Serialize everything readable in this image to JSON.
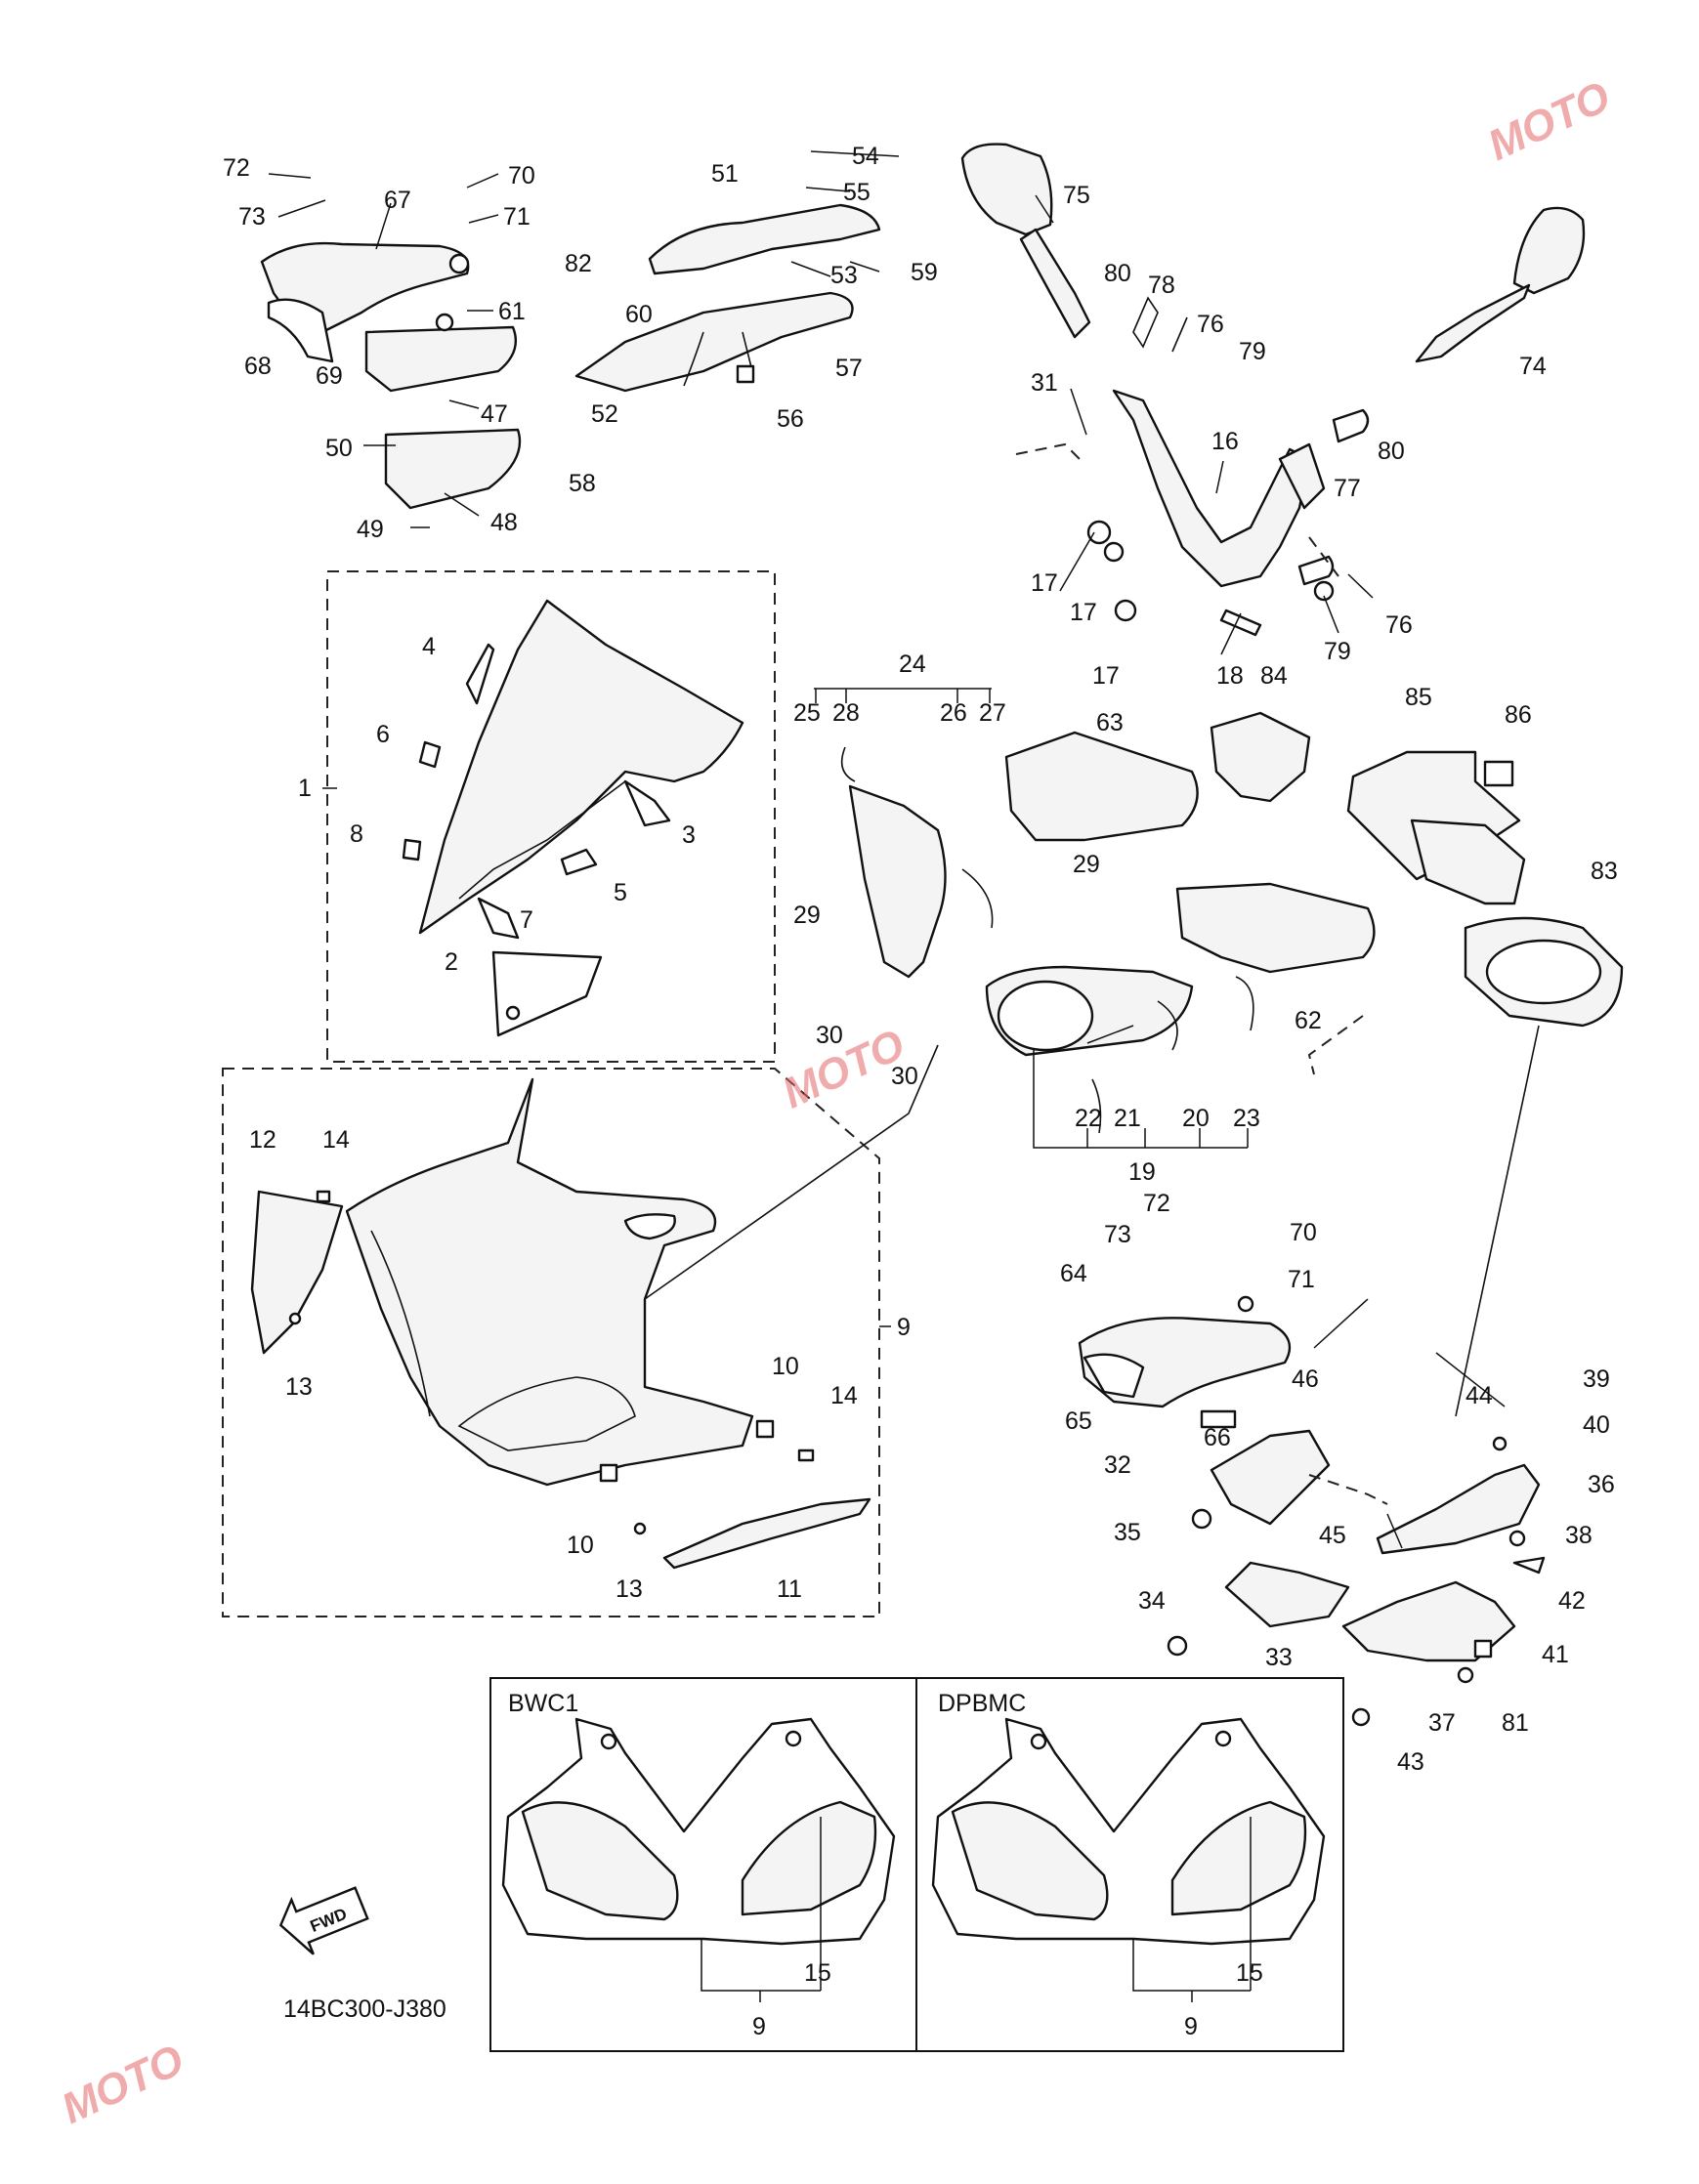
{
  "diagram": {
    "part_numbers": [
      "1",
      "2",
      "3",
      "4",
      "5",
      "6",
      "7",
      "8",
      "9",
      "10",
      "11",
      "12",
      "13",
      "14",
      "15",
      "16",
      "17",
      "18",
      "19",
      "20",
      "21",
      "22",
      "23",
      "24",
      "25",
      "26",
      "27",
      "28",
      "29",
      "30",
      "31",
      "32",
      "33",
      "34",
      "35",
      "36",
      "37",
      "38",
      "39",
      "40",
      "41",
      "42",
      "43",
      "44",
      "45",
      "46",
      "47",
      "48",
      "49",
      "50",
      "51",
      "52",
      "53",
      "54",
      "55",
      "56",
      "57",
      "58",
      "59",
      "60",
      "61",
      "62",
      "63",
      "64",
      "65",
      "66",
      "67",
      "68",
      "69",
      "70",
      "71",
      "72",
      "73",
      "74",
      "75",
      "76",
      "77",
      "78",
      "79",
      "80",
      "81",
      "82",
      "83",
      "84",
      "85",
      "86"
    ],
    "variants": [
      {
        "code": "BWC1",
        "labels": [
          "15",
          "9"
        ]
      },
      {
        "code": "DPBMC",
        "labels": [
          "15",
          "9"
        ]
      }
    ],
    "forward_arrow": "FWD",
    "diagram_code": "14BC300-J380",
    "watermark": "MOTO"
  }
}
